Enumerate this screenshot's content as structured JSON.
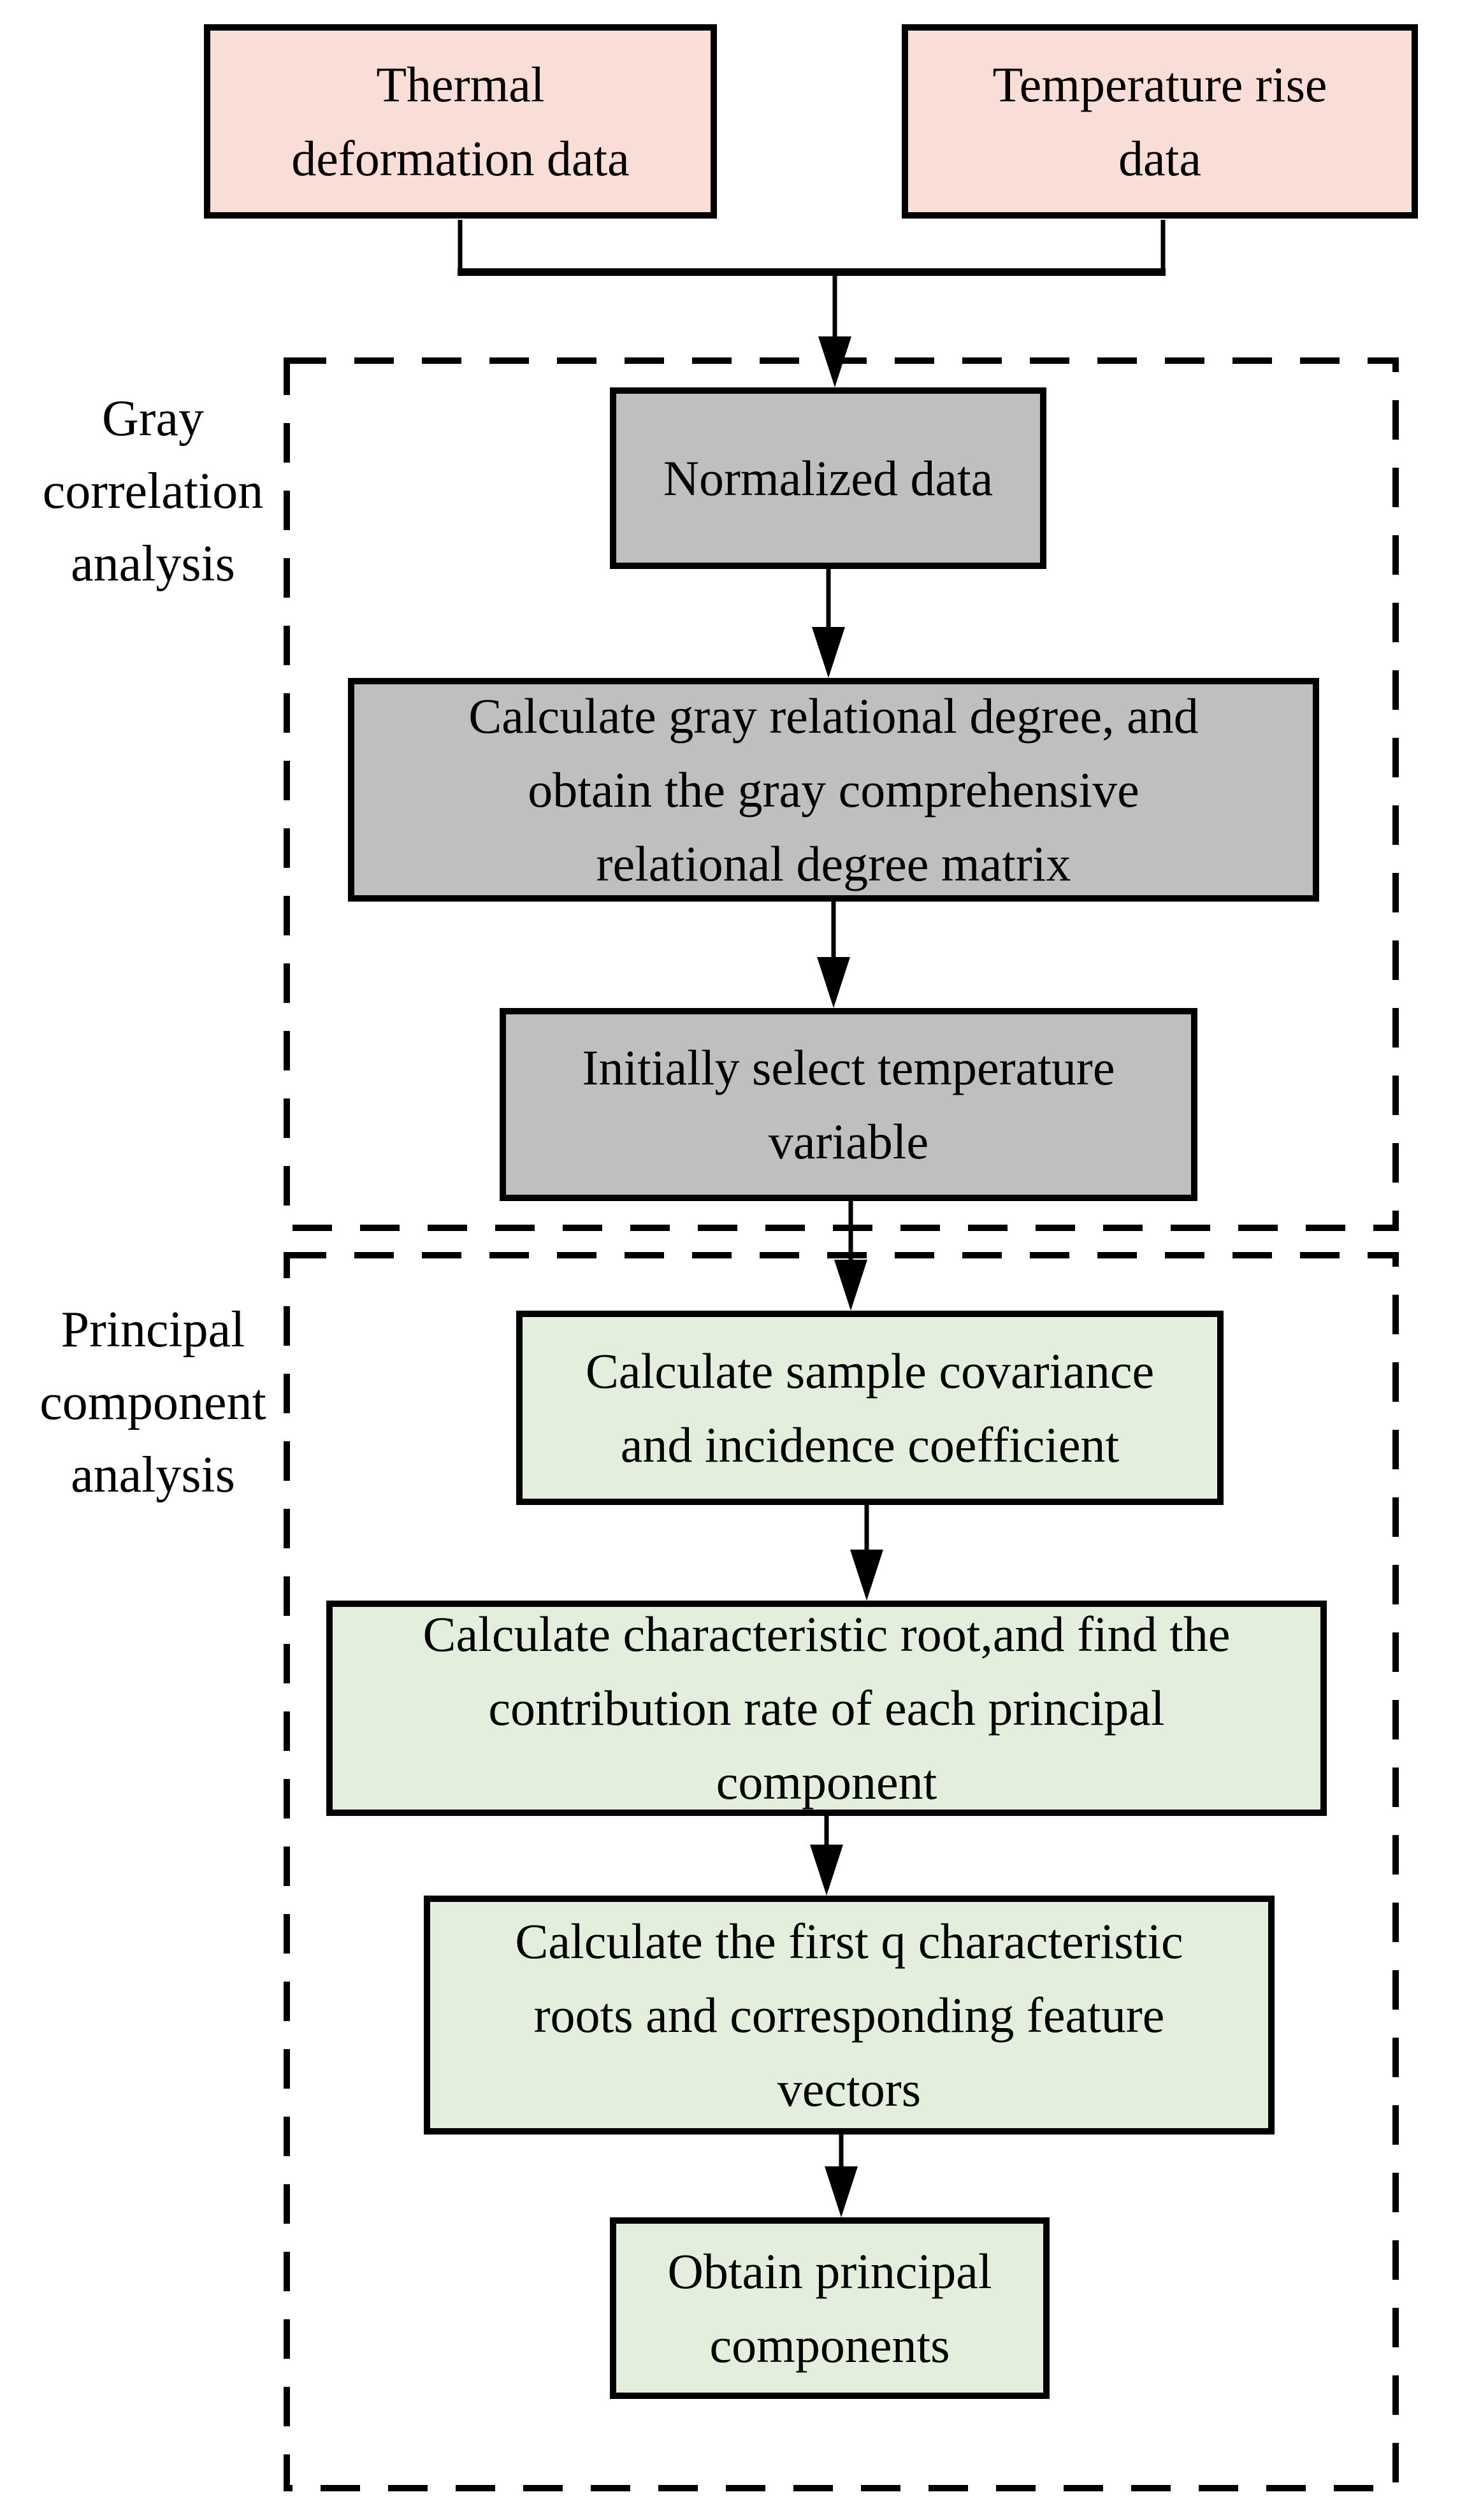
{
  "flow": {
    "inputs": [
      {
        "id": "thermal-deformation-data",
        "text": "Thermal\ndeformation data"
      },
      {
        "id": "temperature-rise-data",
        "text": "Temperature rise\ndata"
      }
    ],
    "sections": [
      {
        "label": "Gray\ncorrelation\nanalysis",
        "steps": [
          {
            "text": "Normalized data"
          },
          {
            "text": "Calculate gray relational degree, and\nobtain the gray comprehensive\nrelational degree matrix"
          },
          {
            "text": "Initially select temperature\nvariable"
          }
        ]
      },
      {
        "label": "Principal\ncomponent\nanalysis",
        "steps": [
          {
            "text": "Calculate sample covariance\nand incidence coefficient"
          },
          {
            "text": "Calculate characteristic root,and find the\ncontribution rate of each principal\ncomponent"
          },
          {
            "text": "Calculate the first q characteristic\nroots and corresponding feature\nvectors"
          },
          {
            "text": "Obtain principal\ncomponents"
          }
        ]
      }
    ],
    "colors": {
      "input_fill": "#F9DED8",
      "gray_step_fill": "#BFBFBF",
      "pca_step_fill": "#E3EEDC",
      "line": "#000000"
    }
  }
}
